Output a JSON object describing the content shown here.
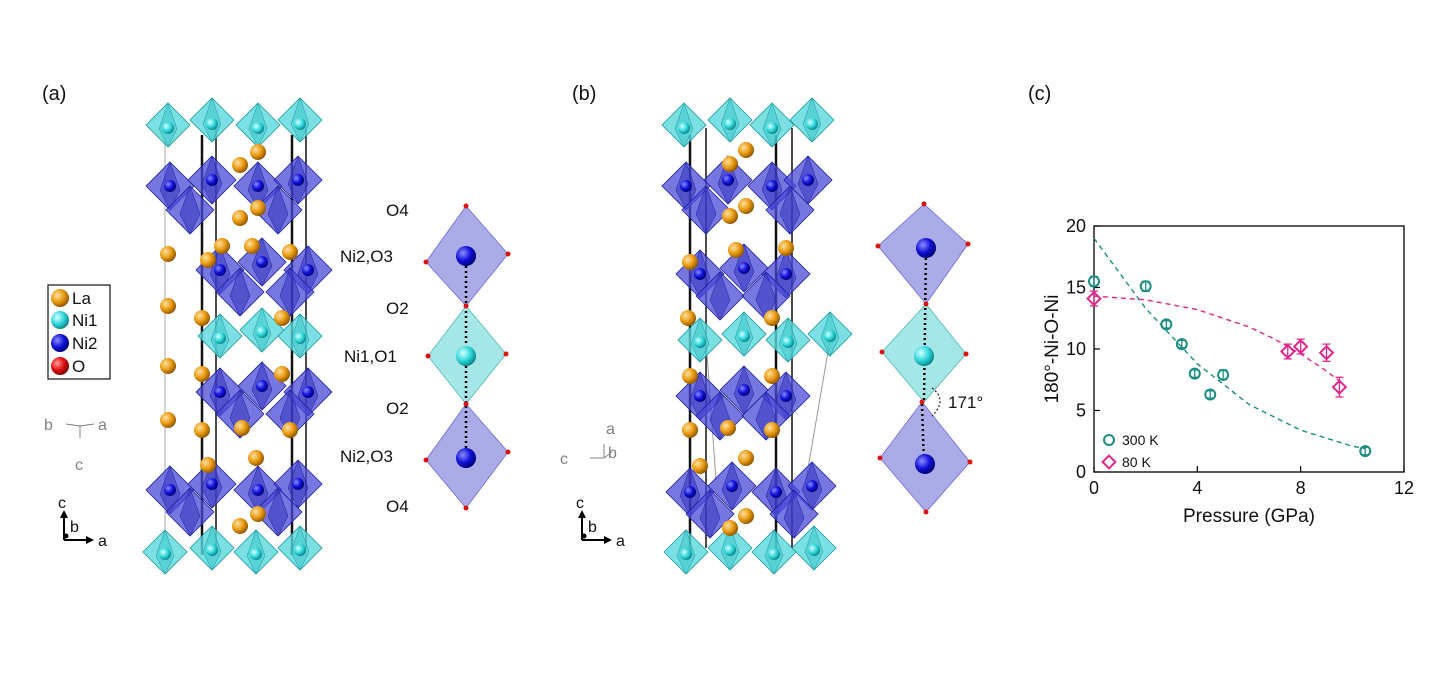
{
  "panels": {
    "a": "(a)",
    "b": "(b)",
    "c": "(c)"
  },
  "colors": {
    "La": "#e89a10",
    "Ni1": "#30d8dc",
    "Ni2": "#1010d8",
    "O": "#e01010",
    "s300": "#1a8c84",
    "s80": "#e0268c"
  },
  "legend": {
    "la": "La",
    "ni1": "Ni1",
    "ni2": "Ni2",
    "o": "O"
  },
  "axes_a": {
    "inplane_b": "b",
    "inplane_a": "a",
    "inplane_c": "c",
    "main_c": "c",
    "main_b": "b",
    "main_a": "a"
  },
  "axes_b": {
    "inplane_a": "a",
    "inplane_c": "c",
    "inplane_b": "b",
    "main_c": "c",
    "main_b": "b",
    "main_a": "a"
  },
  "chain_labels": [
    "O4",
    "Ni2,O3",
    "O2",
    "Ni1,O1",
    "O2",
    "Ni2,O3",
    "O4"
  ],
  "angle_label": "171°",
  "chart_data": {
    "type": "scatter",
    "xlabel": "Pressure (GPa)",
    "ylabel": "180°-Ni-O-Ni",
    "xlim": [
      0,
      12
    ],
    "ylim": [
      0,
      20
    ],
    "xticks": [
      0,
      4,
      8,
      12
    ],
    "yticks": [
      0,
      5,
      10,
      15,
      20
    ],
    "legend_position": "bottom-left",
    "series": [
      {
        "name": "300 K",
        "marker": "circle",
        "color": "#1a8c84",
        "x": [
          0,
          2.0,
          2.8,
          3.4,
          3.9,
          4.5,
          5.0,
          10.5
        ],
        "y": [
          15.5,
          15.1,
          12.0,
          10.4,
          8.0,
          6.3,
          7.9,
          1.7
        ],
        "err": [
          0.4,
          0.4,
          0.3,
          0.3,
          0.3,
          0.3,
          0.4,
          0.3
        ],
        "fit": {
          "x": [
            0,
            2,
            4,
            6,
            8,
            10,
            10.5
          ],
          "y": [
            19.0,
            13.3,
            8.8,
            5.5,
            3.4,
            2.1,
            1.9
          ]
        }
      },
      {
        "name": "80 K",
        "marker": "diamond",
        "color": "#e0268c",
        "x": [
          0,
          7.5,
          8.0,
          9.0,
          9.5
        ],
        "y": [
          14.1,
          9.8,
          10.2,
          9.7,
          6.9
        ],
        "err": [
          0.6,
          0.6,
          0.6,
          0.7,
          0.8
        ],
        "fit": {
          "x": [
            0,
            2,
            4,
            6,
            7,
            8,
            9,
            9.5
          ],
          "y": [
            14.3,
            14.0,
            13.2,
            11.8,
            10.8,
            9.6,
            8.2,
            7.4
          ]
        }
      }
    ]
  }
}
